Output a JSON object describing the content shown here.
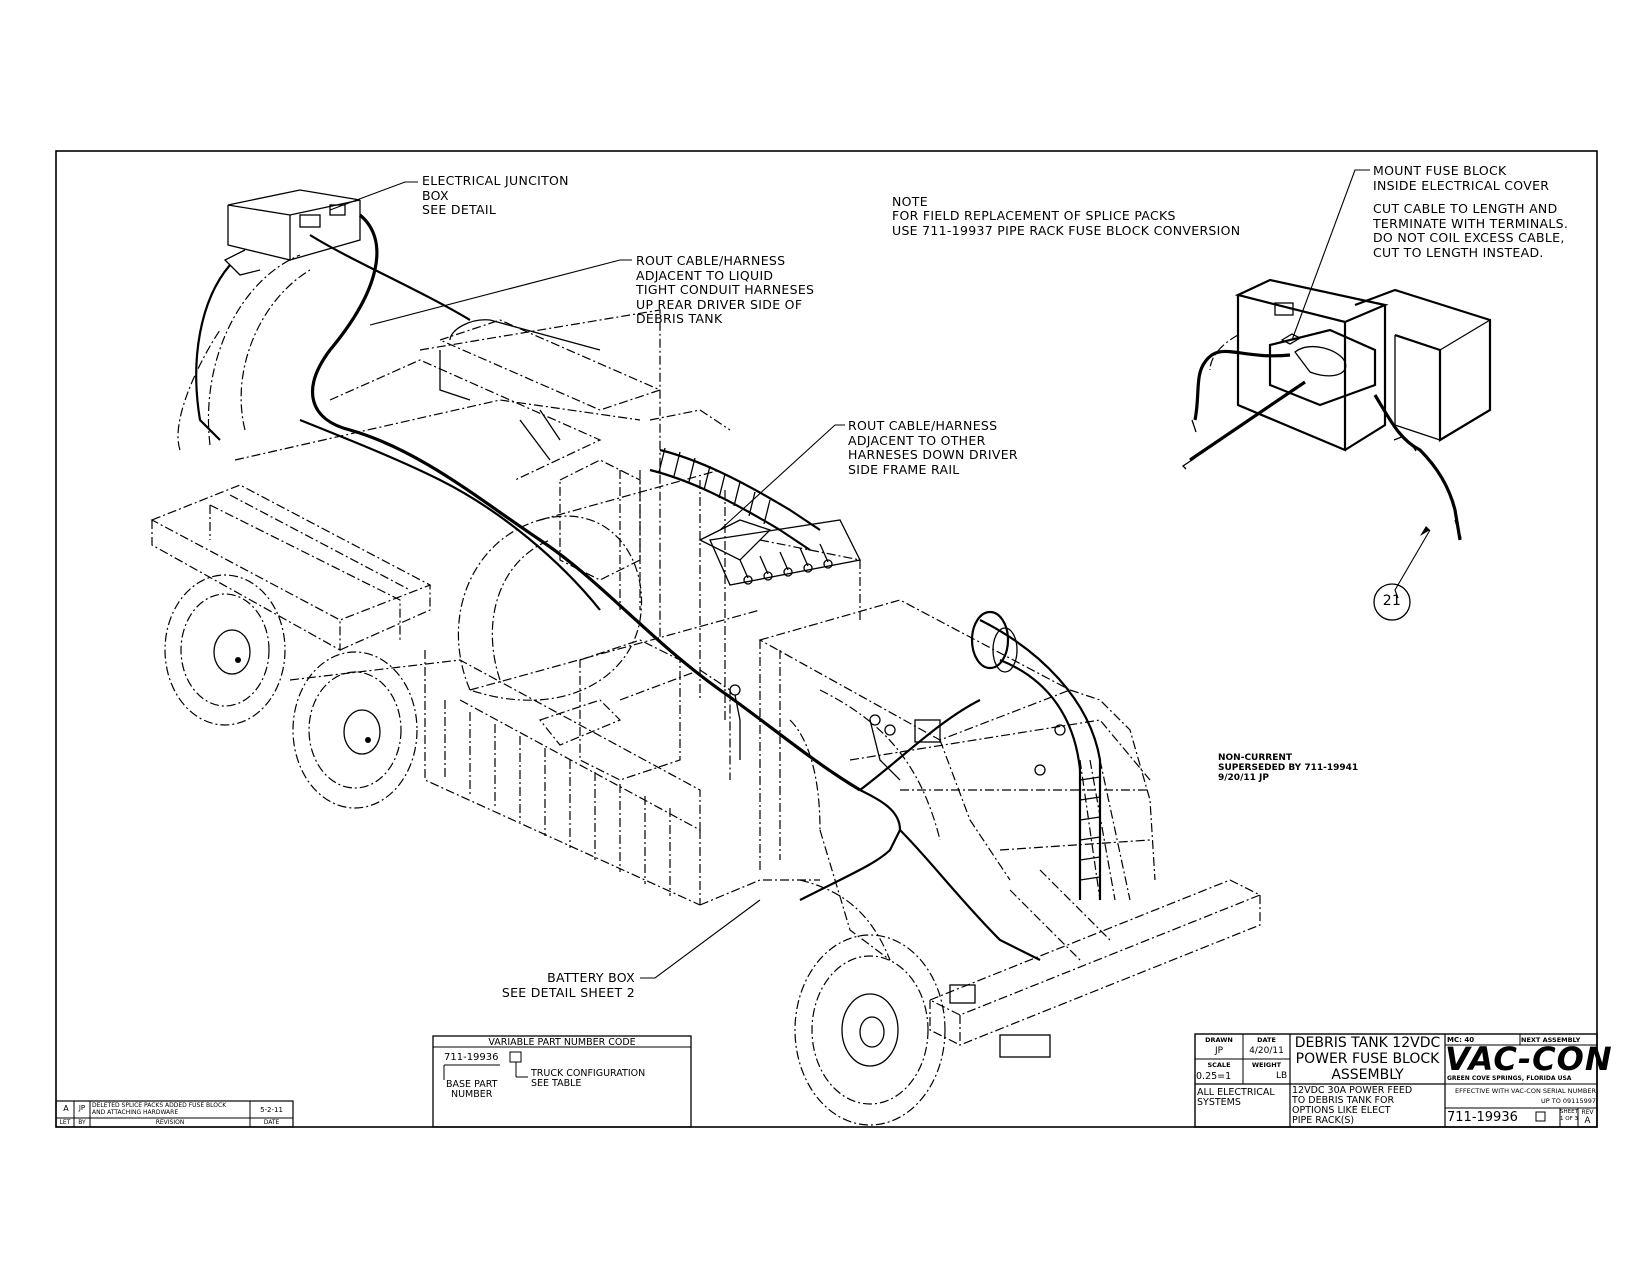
{
  "callouts": {
    "junction_box": "ELECTRICAL JUNCITON\nBOX\nSEE DETAIL",
    "rout_upper": "ROUT CABLE/HARNESS\nADJACENT TO LIQUID\nTIGHT CONDUIT HARNESES\nUP REAR DRIVER SIDE OF\nDEBRIS TANK",
    "rout_lower": "ROUT CABLE/HARNESS\nADJACENT TO OTHER\nHARNESES DOWN DRIVER\nSIDE FRAME RAIL",
    "mount_fuse": "MOUNT FUSE BLOCK\nINSIDE ELECTRICAL COVER",
    "cut_cable": "CUT CABLE TO LENGTH AND\nTERMINATE WITH TERMINALS.\nDO NOT COIL EXCESS CABLE,\nCUT TO LENGTH INSTEAD.",
    "battery_box": "BATTERY BOX\nSEE DETAIL SHEET 2",
    "balloon": "21"
  },
  "note": {
    "heading": "NOTE",
    "body": "FOR FIELD REPLACEMENT OF SPLICE PACKS\nUSE 711-19937 PIPE RACK FUSE BLOCK CONVERSION"
  },
  "non_current": "NON-CURRENT\nSUPERSEDED BY 711-19941\n9/20/11 JP",
  "variable_part": {
    "title": "VARIABLE PART NUMBER CODE",
    "part_number": "711-19936",
    "truck_config": "TRUCK CONFIGURATION\nSEE TABLE",
    "base": "BASE PART\nNUMBER"
  },
  "revision": {
    "letter": "A",
    "by": "JP",
    "text": "DELETED SPLICE PACKS ADDED FUSE BLOCK\nAND ATTACHING HARDWARE",
    "date": "5-2-11",
    "h_let": "LET",
    "h_by": "BY",
    "h_revision": "REVISION",
    "h_date": "DATE"
  },
  "title_block": {
    "drawn_label": "DRAWN",
    "drawn": "JP",
    "date_label": "DATE",
    "date": "4/20/11",
    "scale_label": "SCALE",
    "scale": "0.25=1",
    "weight_label": "WEIGHT",
    "weight_unit": "LB",
    "title": "DEBRIS TANK 12VDC\nPOWER FUSE BLOCK\nASSEMBLY",
    "systems": "ALL ELECTRICAL\nSYSTEMS",
    "description": "12VDC 30A POWER FEED\nTO DEBRIS TANK FOR\nOPTIONS LIKE ELECT\nPIPE RACK(S)",
    "mc": "MC: 40",
    "next_assembly": "NEXT ASSEMBLY",
    "logo": "VAC-CON",
    "location": "GREEN COVE SPRINGS, FLORIDA USA",
    "effective": "EFFECTIVE WITH VAC-CON SERIAL NUMBER\nUP TO 09115997",
    "drawing_number": "711-19936",
    "sheet_label": "SHEET",
    "sheet": "1 OF 3",
    "rev_label": "REV",
    "rev": "A"
  }
}
